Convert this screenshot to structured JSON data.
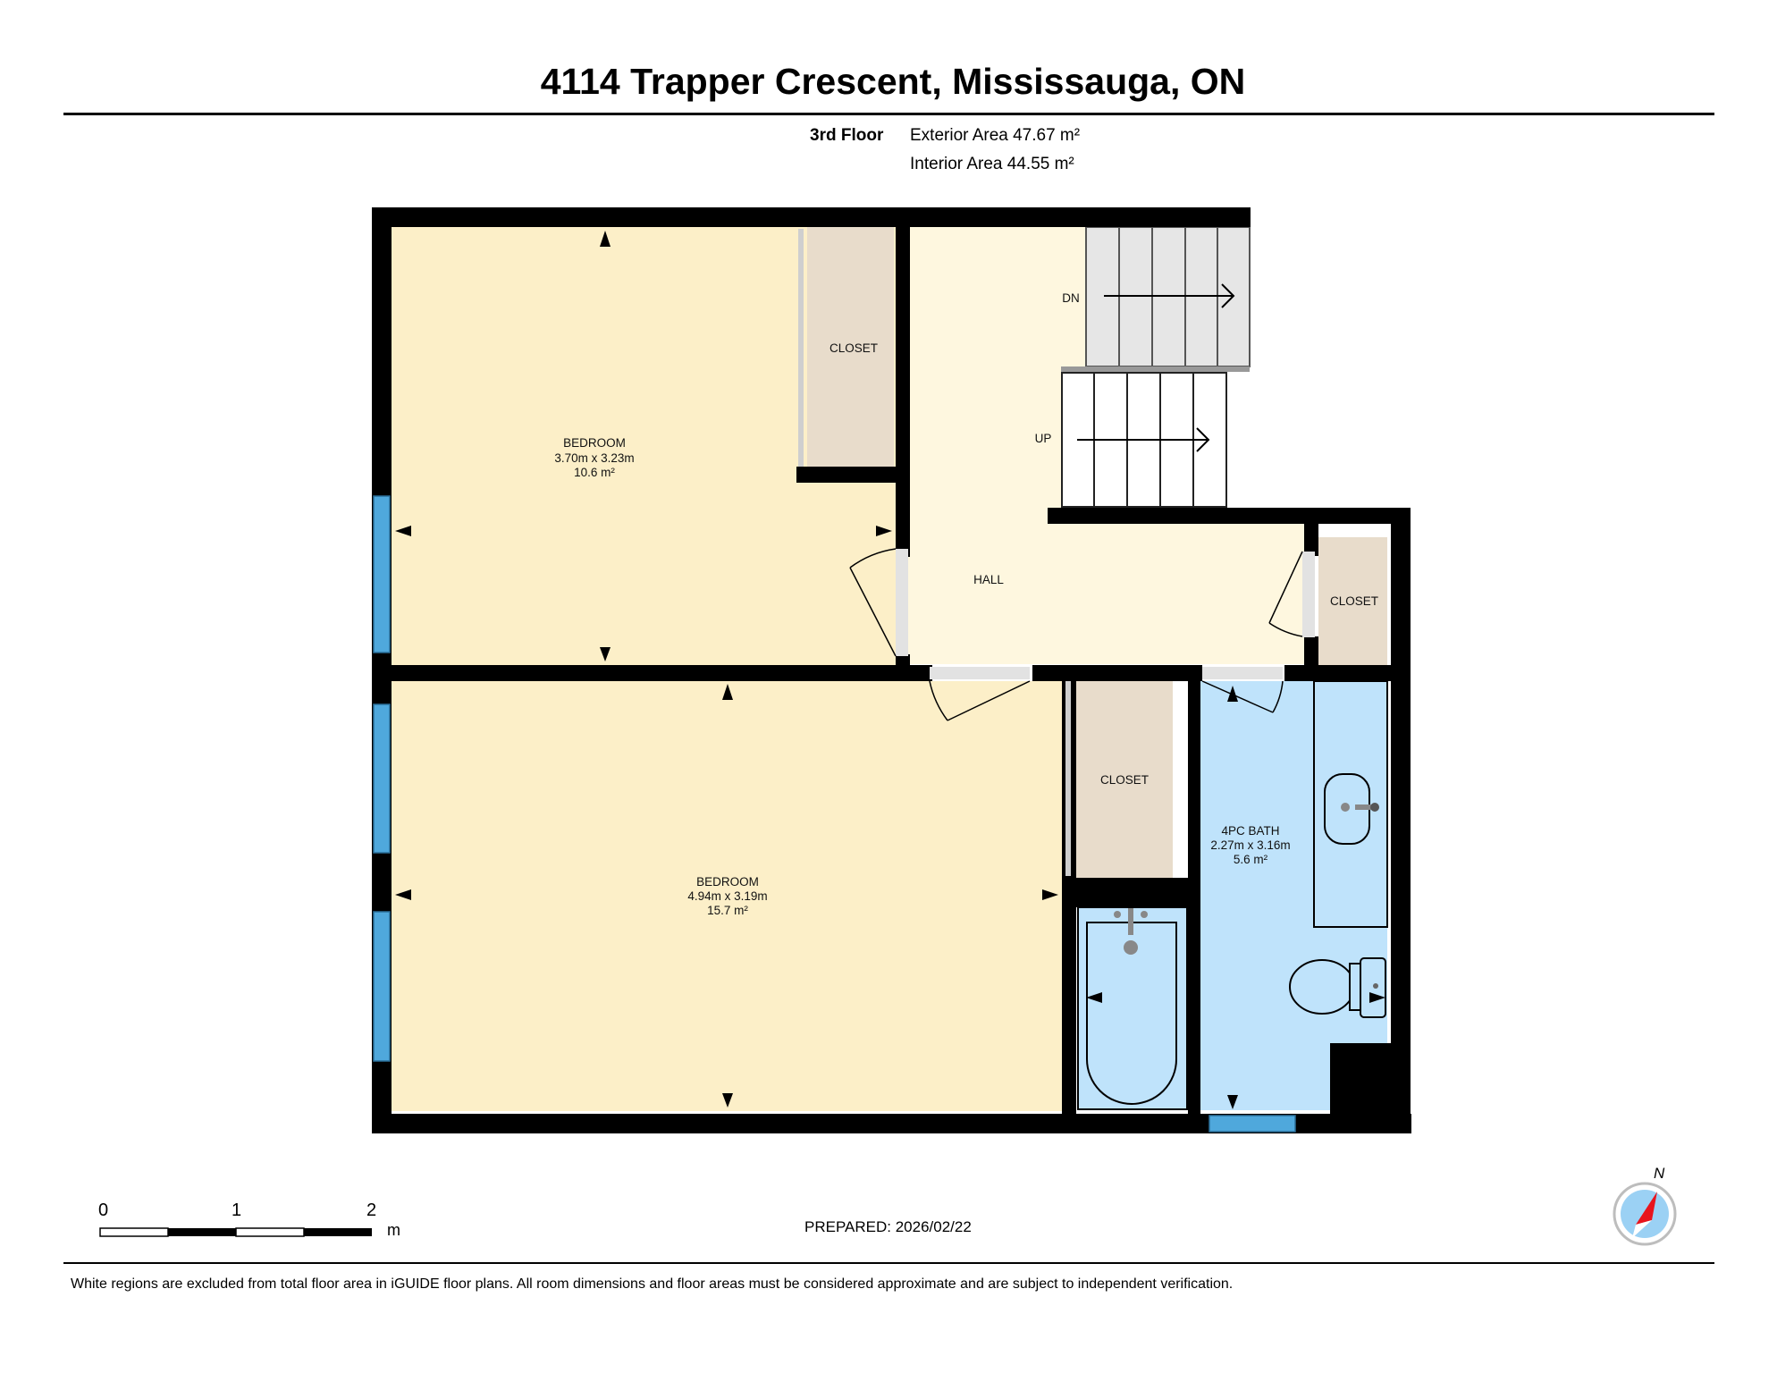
{
  "header": {
    "title": "4114 Trapper Crescent, Mississauga, ON",
    "floor": "3rd Floor",
    "exterior_area": "Exterior Area 47.67 m²",
    "interior_area": "Interior Area 44.55 m²"
  },
  "rooms": {
    "bedroom_upper": {
      "name": "BEDROOM",
      "dims": "3.70m x 3.23m",
      "area": "10.6 m²"
    },
    "bedroom_lower": {
      "name": "BEDROOM",
      "dims": "4.94m x 3.19m",
      "area": "15.7 m²"
    },
    "bath": {
      "name": "4PC BATH",
      "dims": "2.27m x 3.16m",
      "area": "5.6 m²"
    },
    "hall": {
      "name": "HALL"
    },
    "closet_upper": {
      "name": "CLOSET"
    },
    "closet_hall": {
      "name": "CLOSET"
    },
    "closet_lower": {
      "name": "CLOSET"
    },
    "stairs_down": {
      "label": "DN"
    },
    "stairs_up": {
      "label": "UP"
    }
  },
  "colors": {
    "bedroom": "#fcefc8",
    "hall": "#fef7df",
    "closet": "#e8dccb",
    "bath": "#bfe3fb",
    "window": "#4fa8dc",
    "wall": "#000000",
    "stairs": "#e6e6e6"
  },
  "scale_bar": {
    "labels": [
      "0",
      "1",
      "2"
    ],
    "unit": "m"
  },
  "footer": {
    "prepared": "PREPARED: 2026/02/22",
    "disclaimer": "White regions are excluded from total floor area in iGUIDE floor plans. All room dimensions and floor areas must be considered approximate and are subject to independent verification."
  },
  "compass": {
    "label": "N",
    "icon": "compass-north-icon"
  }
}
